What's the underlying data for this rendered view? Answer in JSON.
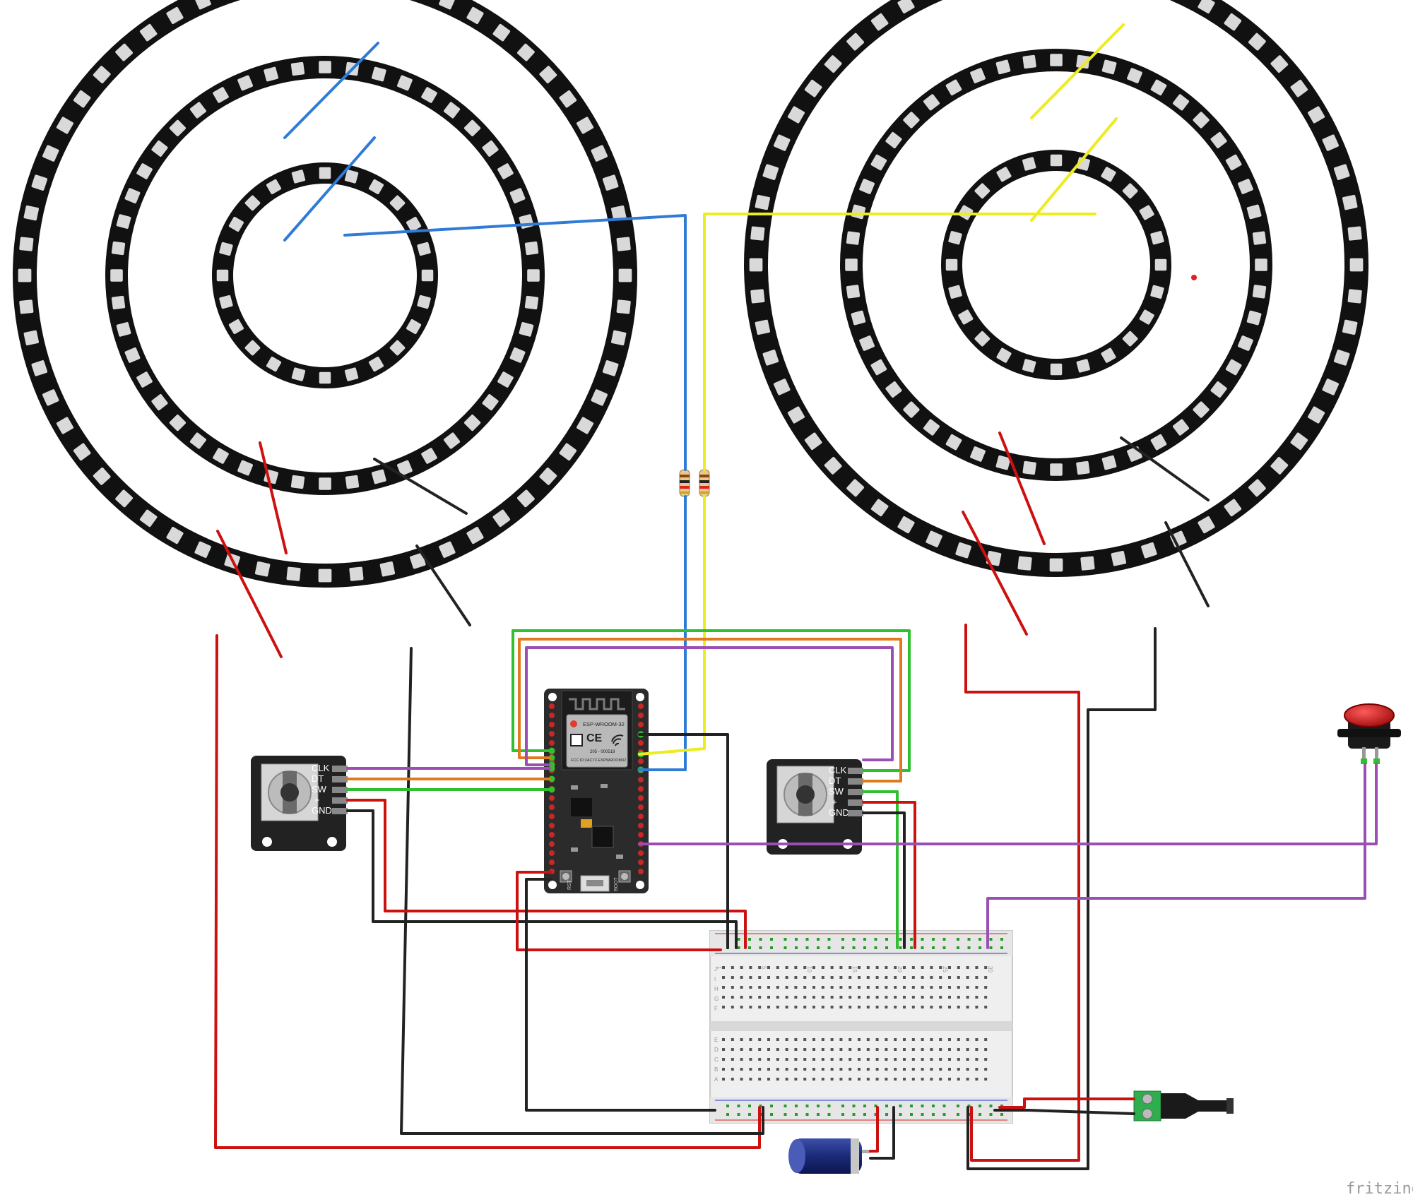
{
  "esp32": {
    "module_label": "ESP-WROOM-32",
    "ce_mark": "CE",
    "fcc_label": "FCC ID:2AC7Z-ESPWROOM32",
    "part_code": "205 - 000519",
    "rst_label": "RST",
    "boot_label": "BOOT"
  },
  "encoders": [
    {
      "pins": [
        "CLK",
        "DT",
        "SW",
        "+",
        "GND"
      ]
    },
    {
      "pins": [
        "CLK",
        "DT",
        "SW",
        "+",
        "GND"
      ]
    }
  ],
  "breadboard": {
    "column_numbers": [
      "1",
      "5",
      "10",
      "15",
      "20",
      "25",
      "30"
    ],
    "row_letters": [
      "J",
      "I",
      "H",
      "G",
      "F",
      "E",
      "D",
      "C",
      "B",
      "A"
    ]
  },
  "watermark": "fritzing",
  "colors": {
    "wire_red": "#cc1111",
    "wire_black": "#222222",
    "wire_blue": "#2f7bd6",
    "wire_yellow": "#ecec1e",
    "wire_green": "#2fbf2f",
    "wire_orange": "#e07a1e",
    "wire_purple": "#9b4fb5",
    "ring_pcb": "#111111",
    "led": "#d9d9d9"
  }
}
